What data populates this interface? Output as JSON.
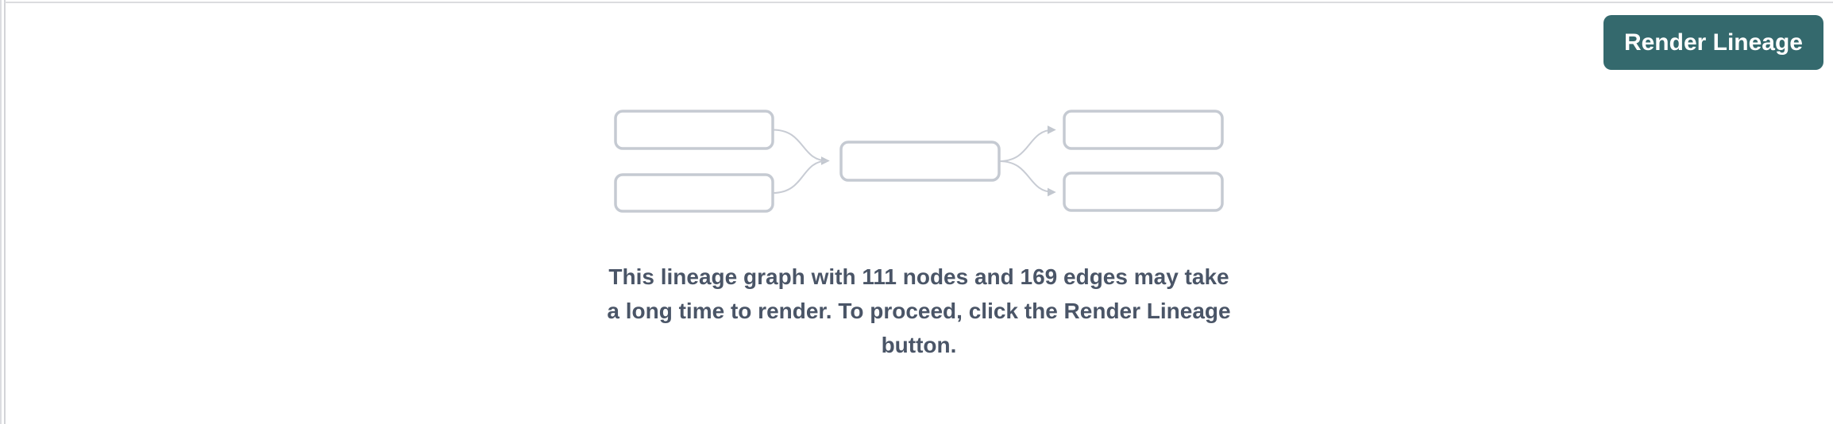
{
  "panel": {
    "background": "#ffffff",
    "border_color": "#d3d4d8"
  },
  "toolbar": {
    "render_button_label": "Render Lineage",
    "button_background": "#34696d",
    "button_text_color": "#ffffff"
  },
  "empty_state": {
    "node_count": "111",
    "edge_count": "169",
    "text_color": "#4a5567",
    "message_full": "This lineage graph with 111 nodes and 169 edges may take a long time to render. To proceed, click the Render Lineage button.",
    "message_lines": [
      "This lineage graph with 111 nodes and 169 edges may take",
      "a long time to render. To proceed, click the Render Lineage",
      "button."
    ]
  },
  "placeholder_graphic": {
    "name": "lineage-graph-placeholder",
    "box_border_color": "#c5cad2",
    "edge_color": "#c8ccd4",
    "left_boxes": 2,
    "middle_boxes": 1,
    "right_boxes": 2
  }
}
